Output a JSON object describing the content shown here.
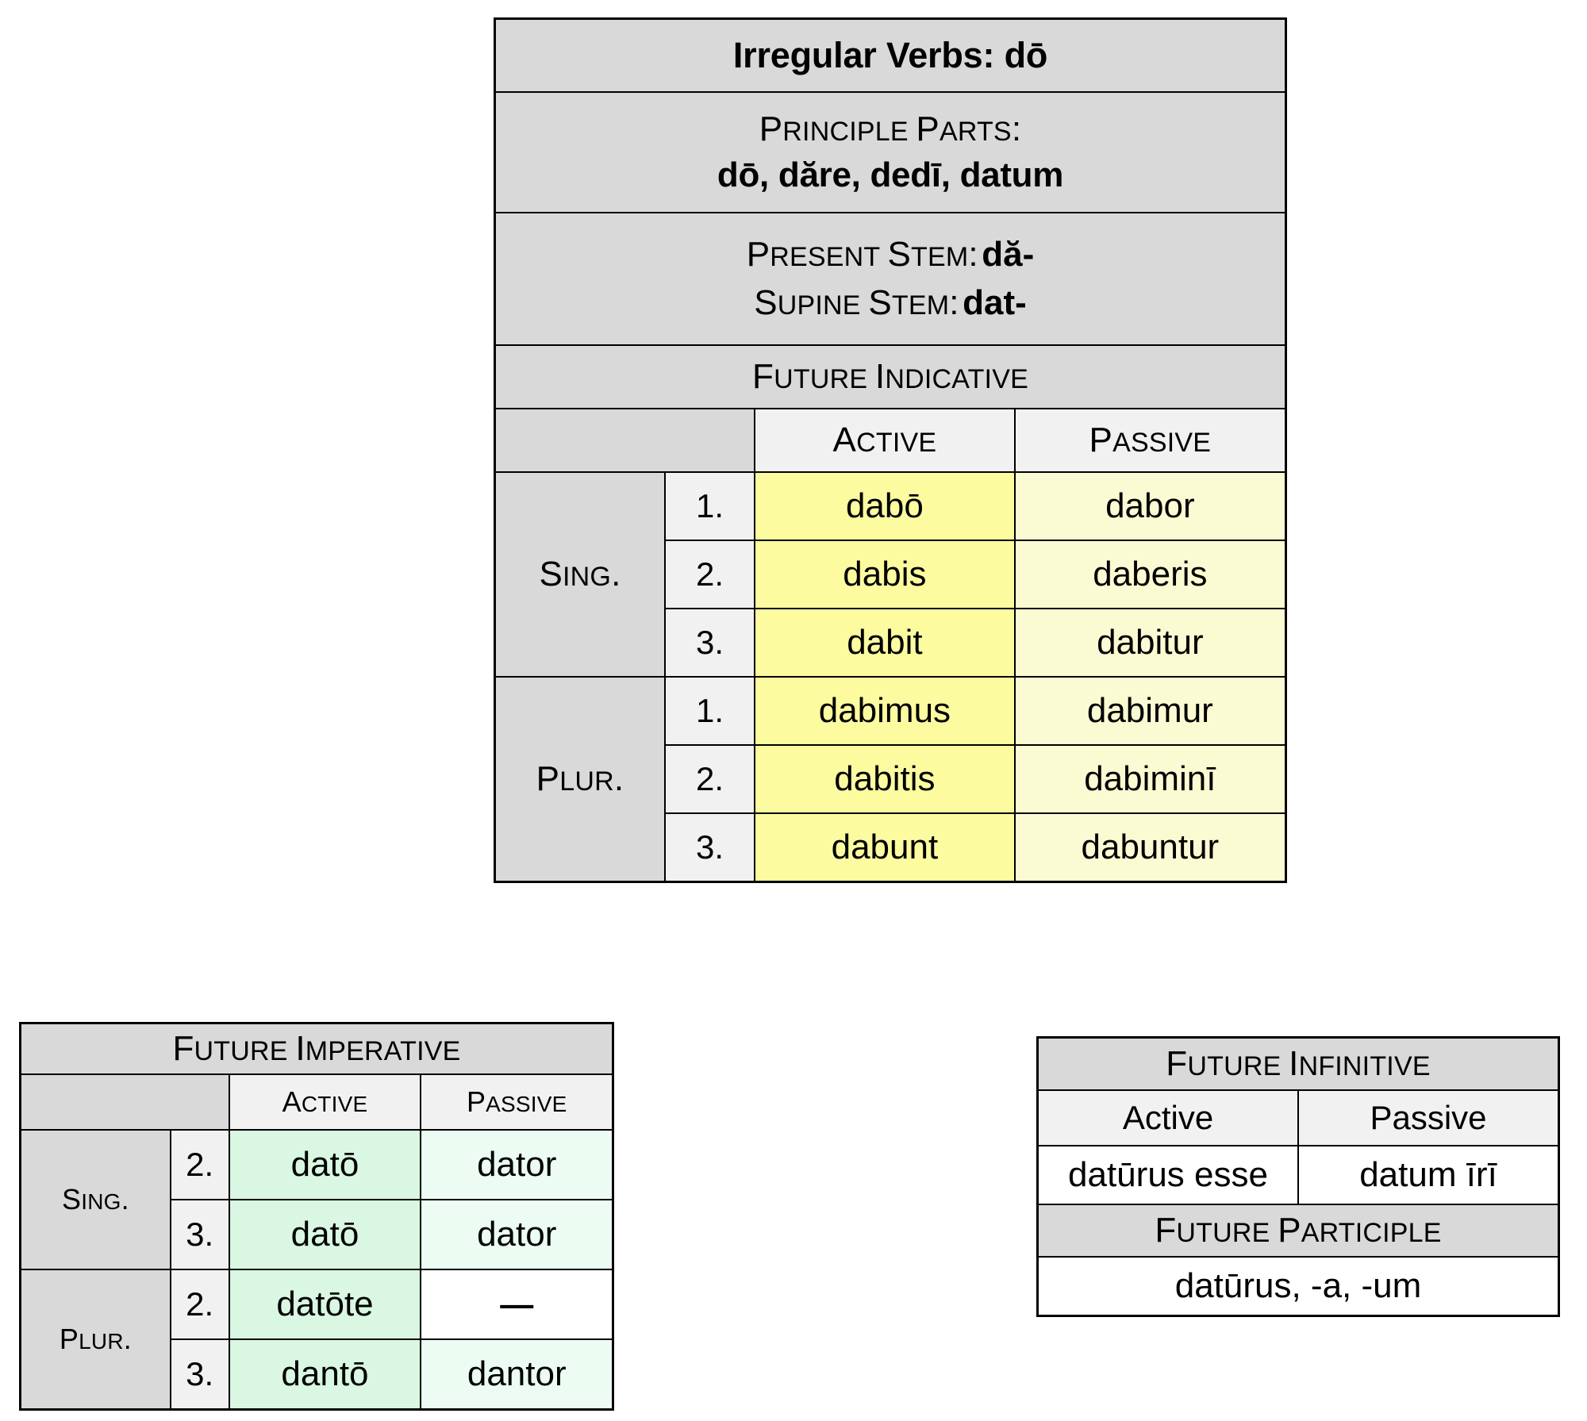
{
  "main_table": {
    "title": "Irregular Verbs: dō",
    "principle_parts_label": "Principle Parts:",
    "principle_parts_value": "dō, dăre, dedī, datum",
    "present_stem_label": "Present Stem:",
    "present_stem_value": "dă-",
    "supine_stem_label": "Supine Stem:",
    "supine_stem_value": "dat-",
    "mood_header": "Future Indicative",
    "voice_headers": {
      "blank": "",
      "active": "Active",
      "passive": "Passive"
    },
    "number_labels": {
      "singular": "Sing.",
      "plural": "Plur."
    },
    "rows": [
      {
        "group": "Sing.",
        "person": "1.",
        "active": "dabō",
        "passive": "dabor"
      },
      {
        "group": "Sing.",
        "person": "2.",
        "active": "dabis",
        "passive": "daberis"
      },
      {
        "group": "Sing.",
        "person": "3.",
        "active": "dabit",
        "passive": "dabitur"
      },
      {
        "group": "Plur.",
        "person": "1.",
        "active": "dabimus",
        "passive": "dabimur"
      },
      {
        "group": "Plur.",
        "person": "2.",
        "active": "dabitis",
        "passive": "dabiminī"
      },
      {
        "group": "Plur.",
        "person": "3.",
        "active": "dabunt",
        "passive": "dabuntur"
      }
    ]
  },
  "imperative_table": {
    "title": "Future Imperative",
    "voice_headers": {
      "blank": "",
      "active": "Active",
      "passive": "Passive"
    },
    "number_labels": {
      "singular": "Sing.",
      "plural": "Plur."
    },
    "rows": [
      {
        "group": "Sing.",
        "person": "2.",
        "active": "datō",
        "passive": "dator"
      },
      {
        "group": "Sing.",
        "person": "3.",
        "active": "datō",
        "passive": "dator"
      },
      {
        "group": "Plur.",
        "person": "2.",
        "active": "datōte",
        "passive": "—"
      },
      {
        "group": "Plur.",
        "person": "3.",
        "active": "dantō",
        "passive": "dantor"
      }
    ]
  },
  "infinitive_table": {
    "title": "Future Infinitive",
    "voice_headers": {
      "active": "Active",
      "passive": "Passive"
    },
    "values": {
      "active": "datūrus esse",
      "passive": "datum īrī"
    },
    "participle_title": "Future Participle",
    "participle_value": "datūrus, -a, -um"
  },
  "colors": {
    "header_gray": "#d9d9d9",
    "subheader_gray": "#f1f1f1",
    "active_yellow": "#fcfba0",
    "passive_yellow": "#fbfbd3",
    "active_green": "#d9f7e2",
    "passive_green": "#ecfcf3",
    "border": "#000000"
  }
}
